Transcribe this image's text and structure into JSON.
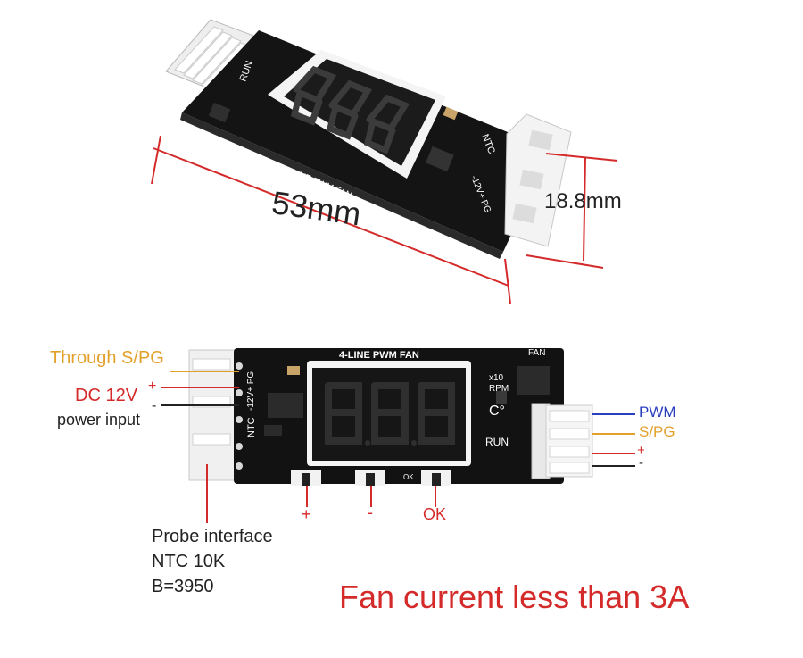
{
  "board_silk": {
    "title": "4-LINE PWM FAN",
    "run": "RUN",
    "rpm": "x10\nRPM",
    "x10": "x10",
    "rpm_word": "RPM",
    "celsius": "C°",
    "ntc": "NTC",
    "fan": "FAN",
    "pg": "-12V+ PG",
    "ok": "OK",
    "display": "8.8.8"
  },
  "top_view": {
    "length_label": "53mm",
    "width_label": "18.8mm"
  },
  "bottom_view": {
    "through_label": "Through S/PG",
    "dc_label": "DC 12V",
    "plus": "+",
    "minus": "-",
    "power_input": "power input",
    "pwm": "PWM",
    "spg": "S/PG",
    "btn_plus": "+",
    "btn_minus": "-",
    "btn_ok": "OK",
    "probe_line1": "Probe interface",
    "probe_line2": "NTC 10K",
    "probe_line3": "B=3950"
  },
  "caption": "Fan current less than 3A",
  "colors": {
    "dimension_red": "#d42a2a",
    "orange_label": "#e3a12c",
    "pwm_blue": "#2a3fc0",
    "dc_red": "#d42a2a",
    "pcb_black": "#111111",
    "connector_white": "#f2f2f2",
    "segment_red_off": "#2b2b2b",
    "caption_red": "#d42a2a"
  }
}
